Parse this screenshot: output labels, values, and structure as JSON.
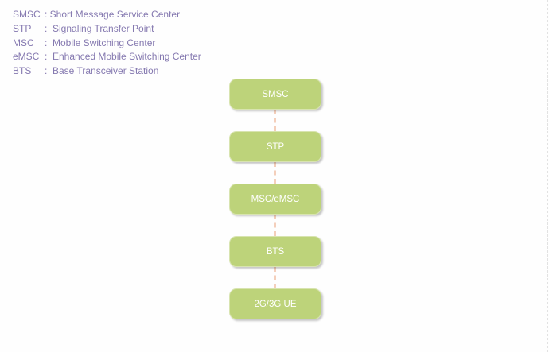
{
  "legend": [
    {
      "abbr": "SMSC",
      "text": ": Short Message Service Center"
    },
    {
      "abbr": "STP",
      "text": ":  Signaling Transfer Point"
    },
    {
      "abbr": "MSC",
      "text": ":  Mobile Switching Center"
    },
    {
      "abbr": "eMSC",
      "text": ":  Enhanced Mobile Switching Center"
    },
    {
      "abbr": "BTS",
      "text": ":  Base Transceiver Station"
    }
  ],
  "nodes": [
    "SMSC",
    "STP",
    "MSC/eMSC",
    "BTS",
    "2G/3G UE"
  ],
  "colors": {
    "node_fill": "#bdd37a",
    "connector": "#f4cfbb",
    "legend_text": "#8579b0"
  }
}
